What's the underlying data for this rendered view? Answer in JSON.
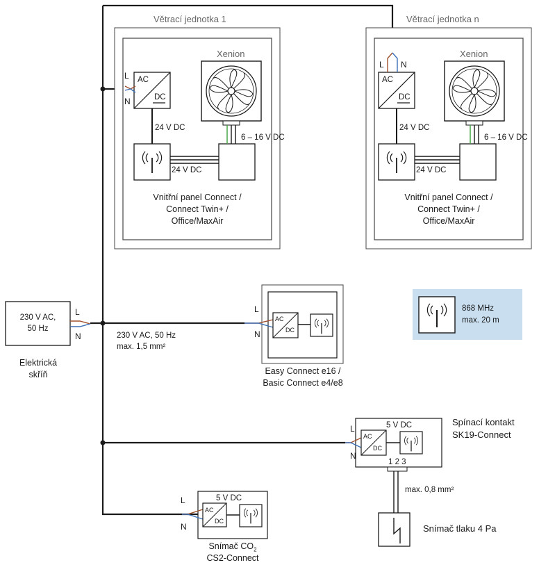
{
  "units": {
    "unit1": {
      "title": "Větrací jednotka 1",
      "fan_label": "Xenion",
      "supply_voltage": "24 V DC",
      "bus_voltage": "24 V DC",
      "fan_voltage": "6 – 16 V DC",
      "panel_label_lines": [
        "Vnitřní panel Connect /",
        "Connect Twin+ /",
        "Office/MaxAir"
      ]
    },
    "unitn": {
      "title": "Větrací jednotka n",
      "fan_label": "Xenion",
      "supply_voltage": "24 V DC",
      "bus_voltage": "24 V DC",
      "fan_voltage": "6 – 16 V DC",
      "panel_label_lines": [
        "Vnitřní panel Connect /",
        "Connect Twin+ /",
        "Office/MaxAir"
      ]
    }
  },
  "converter": {
    "ac": "AC",
    "dc": "DC"
  },
  "wires": {
    "l": "L",
    "n": "N"
  },
  "cabinet": {
    "voltage_lines": [
      "230 V AC,",
      "50 Hz"
    ],
    "label_lines": [
      "Elektrická",
      "skříň"
    ]
  },
  "main_line": {
    "spec_lines": [
      "230 V AC, 50 Hz",
      "max. 1,5 mm²"
    ]
  },
  "easy_connect": {
    "label_lines": [
      "Easy Connect e16 /",
      "Basic Connect e4/e8"
    ]
  },
  "radio_info": {
    "frequency": "868 MHz",
    "range": "max. 20 m",
    "bg_color": "#c9dff0"
  },
  "sk19": {
    "voltage": "5 V DC",
    "terminals": "1 2 3",
    "label_lines": [
      "Spínací kontakt",
      "SK19-Connect"
    ],
    "cable_spec": "max. 0,8 mm²"
  },
  "pressure_sensor": {
    "label": "Snímač tlaku 4 Pa"
  },
  "co2_sensor": {
    "voltage": "5 V DC",
    "label_prefix": "Snímač CO",
    "label_sub": "2",
    "model": "CS2-Connect"
  },
  "colors": {
    "wire": "#1a1a1a",
    "l_wire": "#a0522d",
    "n_wire": "#3b6fb6",
    "signal_green": "#3aa03a"
  },
  "icons": [
    "ac-dc-converter-icon",
    "radio-module-icon",
    "fan-icon",
    "pressure-sensor-icon"
  ]
}
